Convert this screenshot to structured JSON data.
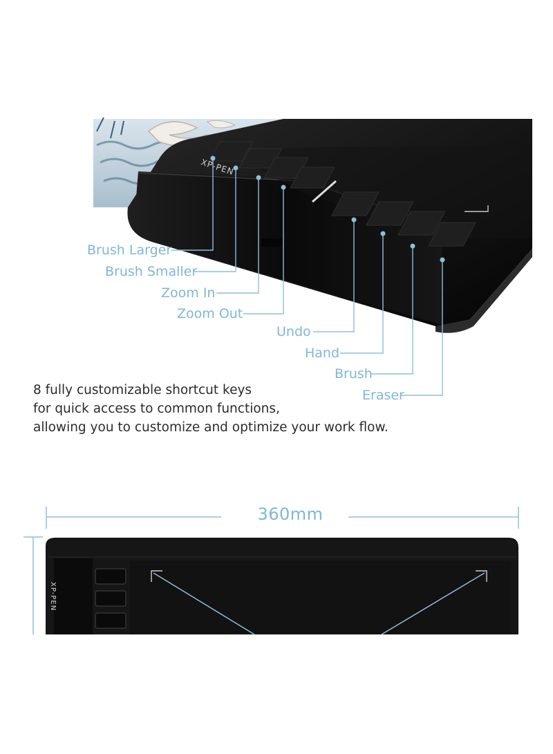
{
  "brand": "XP-PEN",
  "callouts": [
    {
      "id": "brush-larger",
      "label": "Brush Larger"
    },
    {
      "id": "brush-smaller",
      "label": "Brush Smaller"
    },
    {
      "id": "zoom-in",
      "label": "Zoom In"
    },
    {
      "id": "zoom-out",
      "label": "Zoom Out"
    },
    {
      "id": "undo",
      "label": "Undo"
    },
    {
      "id": "hand",
      "label": "Hand"
    },
    {
      "id": "brush",
      "label": "Brush"
    },
    {
      "id": "eraser",
      "label": "Eraser"
    }
  ],
  "description": {
    "line1": "8 fully customizable shortcut keys",
    "line2": "for quick access to common functions,",
    "line3": "allowing you to customize and optimize your work flow."
  },
  "dimension": {
    "width_label": "360mm"
  },
  "colors": {
    "accent": "#7fb6d9",
    "tablet_body": "#111111",
    "text": "#2b2b2b"
  }
}
